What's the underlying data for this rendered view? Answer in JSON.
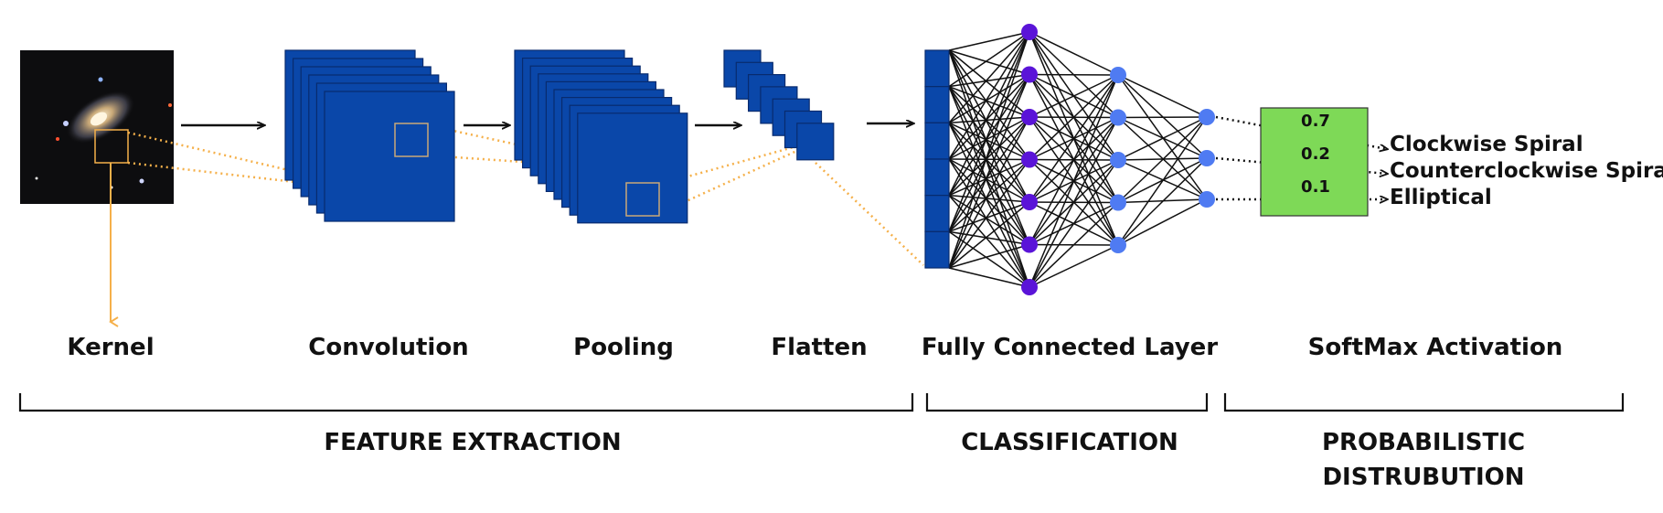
{
  "layer_labels": {
    "kernel": "Kernel",
    "convolution": "Convolution",
    "pooling": "Pooling",
    "flatten": "Flatten",
    "fully_connected": "Fully Connected Layer",
    "softmax": "SoftMax Activation"
  },
  "sections": {
    "feature_extraction": "FEATURE EXTRACTION",
    "classification": "CLASSIFICATION",
    "probabilistic_line1": "PROBABILISTIC",
    "probabilistic_line2": "DISTRUBUTION"
  },
  "softmax_outputs": [
    {
      "probability": "0.7",
      "label": "Clockwise Spiral"
    },
    {
      "probability": "0.2",
      "label": "Counterclockwise Spiral"
    },
    {
      "probability": "0.1",
      "label": "Elliptical"
    }
  ],
  "network": {
    "hidden1_nodes": 7,
    "hidden2_nodes": 5,
    "output_nodes": 3,
    "flatten_cells": 6
  },
  "colors": {
    "feature_map": "#0a47a9",
    "feature_map_border": "#082b6e",
    "kernel_line": "#f5b04a",
    "node_purple": "#5a14d8",
    "node_blue": "#4f7bf2",
    "softmax_box": "#7ed957",
    "image_bg": "#101010"
  },
  "icons": {
    "galaxy_image": "galaxy-photo",
    "arrow": "right-arrow-icon"
  }
}
